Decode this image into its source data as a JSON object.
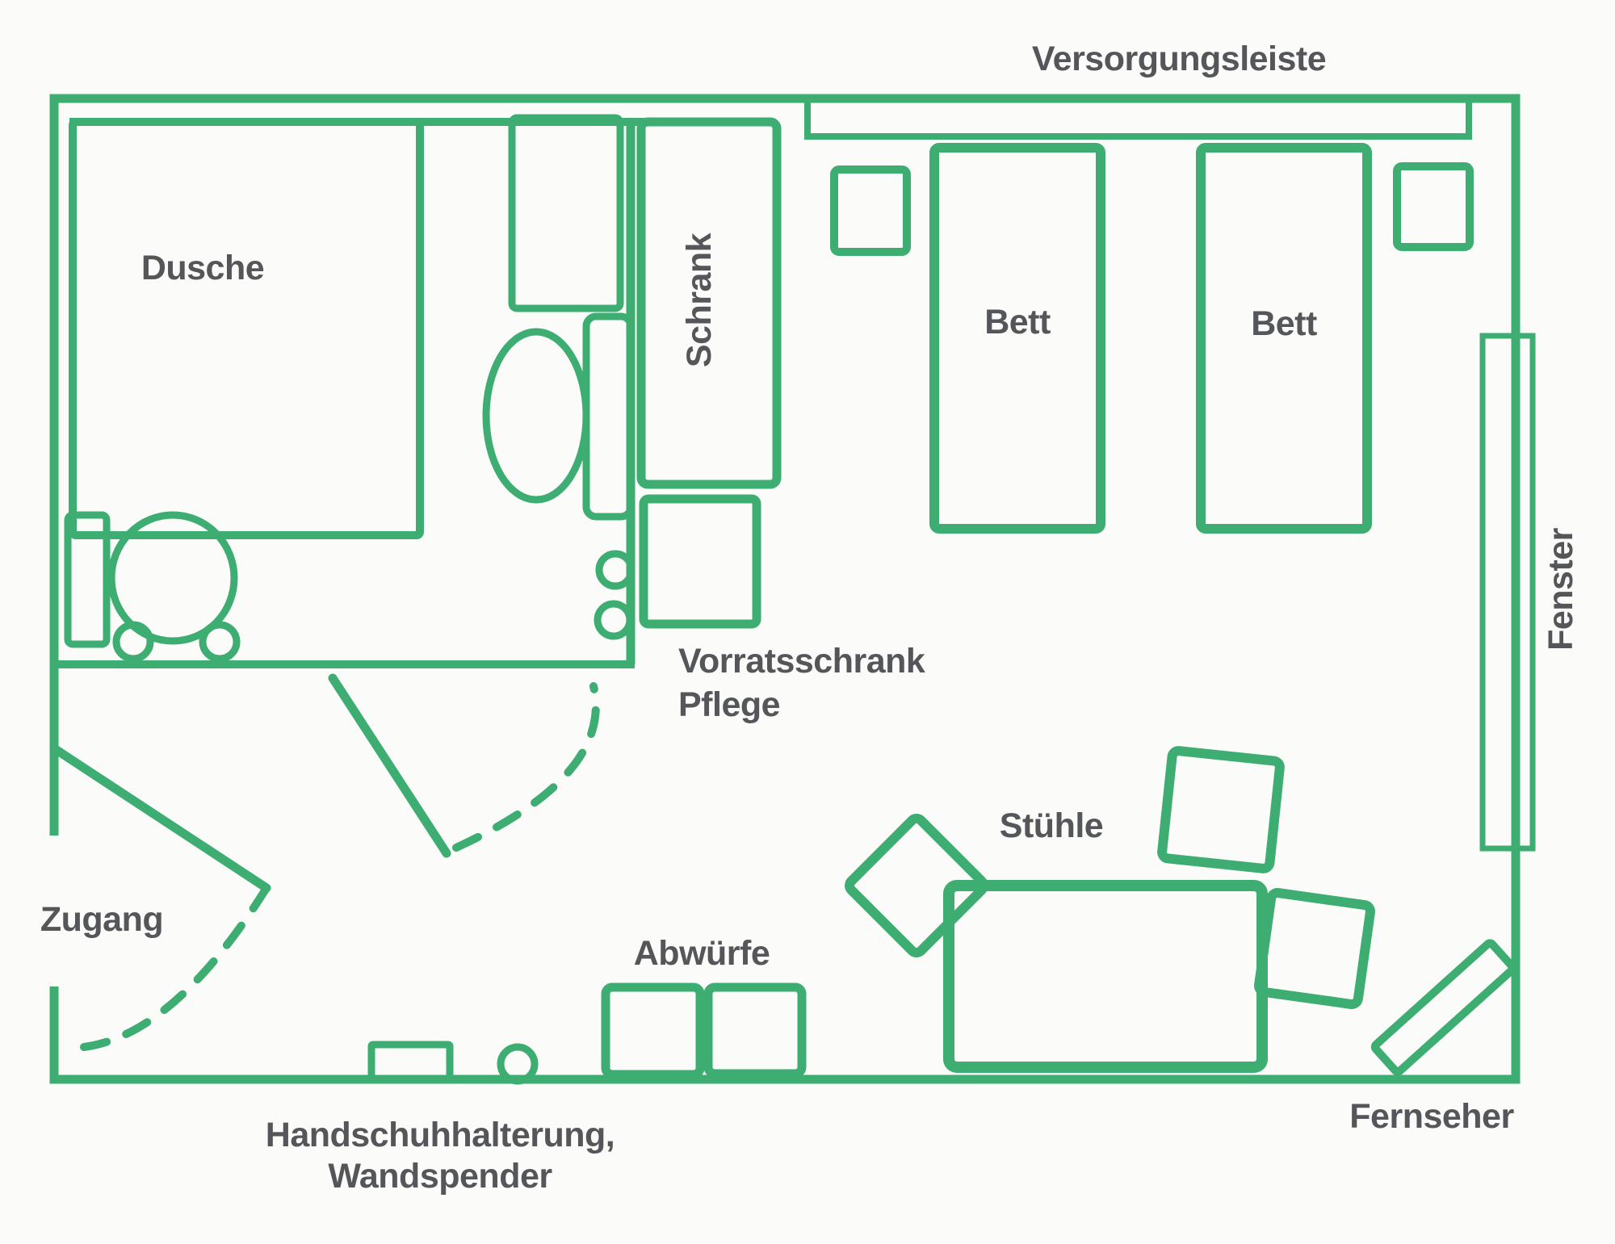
{
  "diagram_type": "floor-plan",
  "language": "de",
  "colors": {
    "accent": "#3EAD72",
    "label": "#55565A",
    "background": "#FBFBFA"
  },
  "labels": {
    "versorgungsleiste": "Versorgungsleiste",
    "dusche": "Dusche",
    "schrank": "Schrank",
    "bett_links": "Bett",
    "bett_rechts": "Bett",
    "fenster": "Fenster",
    "vorratsschrank_line1": "Vorratsschrank",
    "vorratsschrank_line2": "Pflege",
    "zugang": "Zugang",
    "stuehle": "Stühle",
    "abwuerfe": "Abwürfe",
    "handschuh_line1": "Handschuhhalterung,",
    "handschuh_line2": "Wandspender",
    "fernseher": "Fernseher"
  }
}
